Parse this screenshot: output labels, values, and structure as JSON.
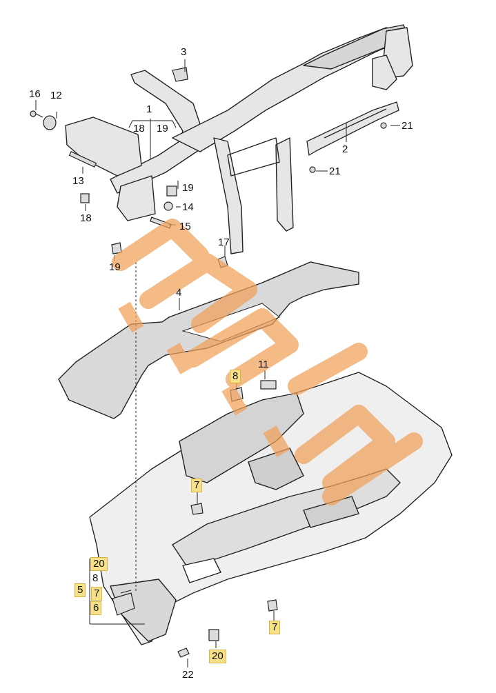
{
  "callouts": {
    "c1": "1",
    "c2": "2",
    "c3": "3",
    "c4": "4",
    "c5": "5",
    "c6": "6",
    "c7a": "7",
    "c7b": "7",
    "c7c": "7",
    "c8a": "8",
    "c8b": "8",
    "c11": "11",
    "c12": "12",
    "c13": "13",
    "c14": "14",
    "c15": "15",
    "c16": "16",
    "c17": "17",
    "c18a": "18",
    "c18b": "18",
    "c19a": "19",
    "c19b": "19",
    "c19c": "19",
    "c20a": "20",
    "c20b": "20",
    "c21a": "21",
    "c21b": "21",
    "c22": "22"
  },
  "colors": {
    "highlight": "#f7e08a",
    "line": "#222222",
    "part_fill": "#e6e6e6",
    "watermark": "#f0a15a"
  }
}
